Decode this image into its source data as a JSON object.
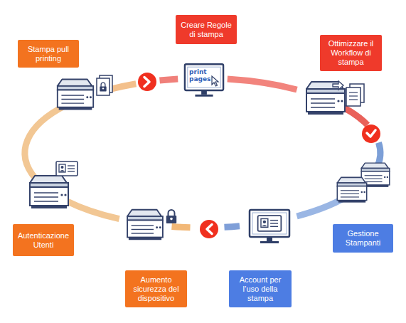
{
  "diagram": {
    "nodes": [
      {
        "text": [
          "Creare Regole di stampa"
        ]
      },
      {
        "text": [
          "Stampa pull printing"
        ]
      },
      {
        "text": [
          "Ottimizzare il Workflow di stampa"
        ]
      },
      {
        "text": [
          "Autenticazione Utenti"
        ]
      },
      {
        "text": [
          "Gestione Stampanti"
        ]
      },
      {
        "text": [
          "Aumento sicurezza del dispositivo"
        ]
      },
      {
        "text": [
          "Account per l’uso della stampa"
        ]
      }
    ],
    "labels": [
      "print pages"
    ]
  }
}
